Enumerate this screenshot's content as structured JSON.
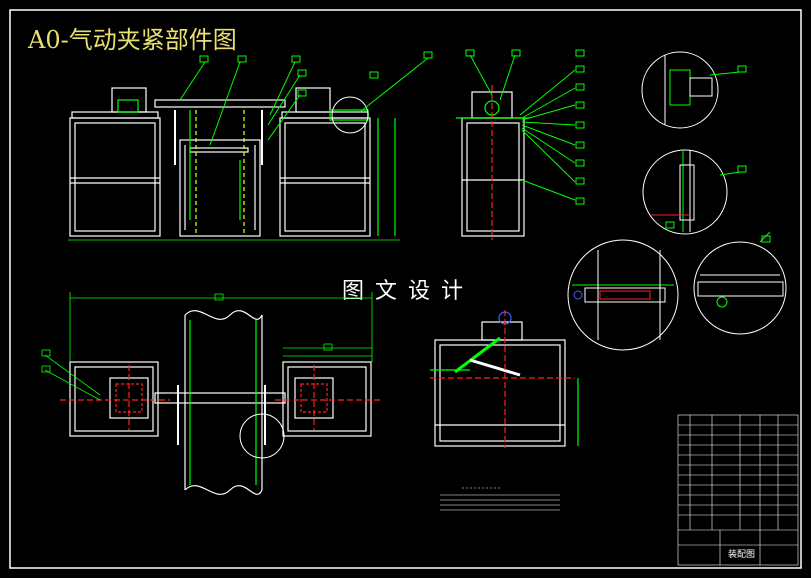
{
  "title": "A0-气动夹紧部件图",
  "watermark": "图 文 设 计",
  "title_block": {
    "drawing_name": "装配图"
  },
  "colors": {
    "background": "#000000",
    "frame": "#ffffff",
    "part_outline": "#ffffff",
    "dimension": "#00ff00",
    "center_line": "#ff2020",
    "hidden_line": "#ffff00",
    "leader_line": "#00ff00",
    "title_text": "#e8e070",
    "detail_circle": "#ffffff",
    "accent_blue": "#4060ff"
  }
}
